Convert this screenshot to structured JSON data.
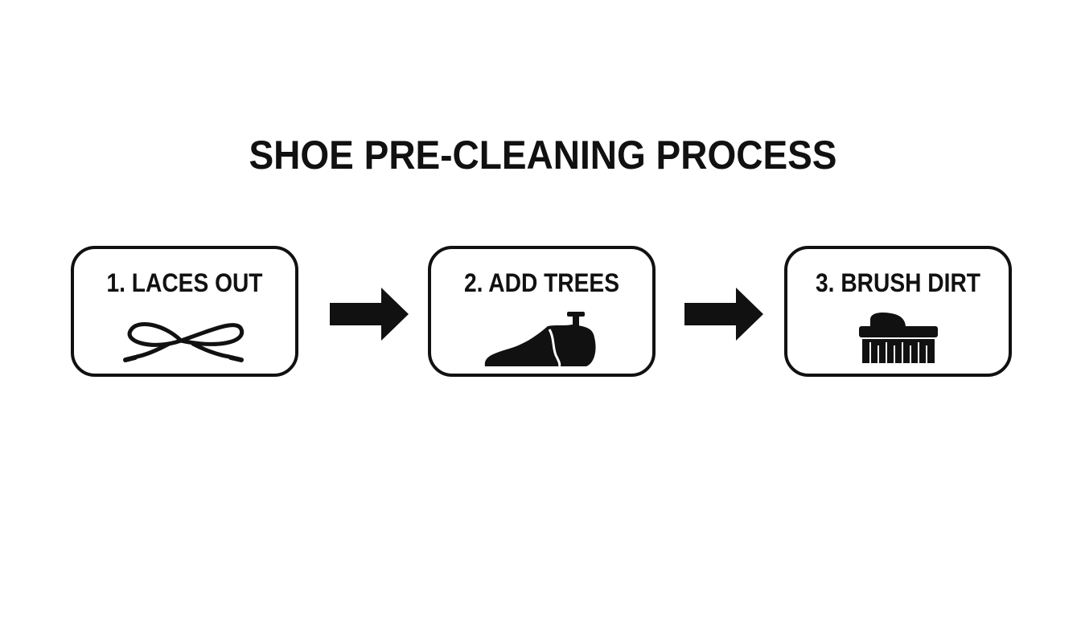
{
  "diagram": {
    "title": "SHOE PRE-CLEANING PROCESS",
    "steps": [
      {
        "label": "1. LACES OUT",
        "icon": "shoelace-icon"
      },
      {
        "label": "2. ADD TREES",
        "icon": "shoe-tree-icon"
      },
      {
        "label": "3. BRUSH DIRT",
        "icon": "brush-icon"
      }
    ],
    "connectors": [
      "right-arrow-icon",
      "right-arrow-icon"
    ],
    "colors": {
      "ink": "#111111",
      "background": "#ffffff"
    }
  }
}
